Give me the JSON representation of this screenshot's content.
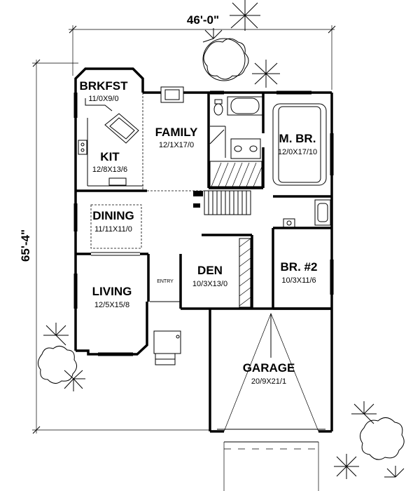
{
  "dimensions": {
    "width": "46'-0\"",
    "depth": "65'-4\""
  },
  "rooms": {
    "brkfst": {
      "name": "BRKFST",
      "size": "11/0X9/0"
    },
    "kit": {
      "name": "KIT",
      "size": "12/8X13/6"
    },
    "family": {
      "name": "FAMILY",
      "size": "12/1X17/0"
    },
    "mbr": {
      "name": "M. BR.",
      "size": "12/0X17/10"
    },
    "dining": {
      "name": "DINING",
      "size": "11/11X11/0"
    },
    "den": {
      "name": "DEN",
      "size": "10/3X13/0"
    },
    "br2": {
      "name": "BR. #2",
      "size": "10/3X11/6"
    },
    "living": {
      "name": "LIVING",
      "size": "12/5X15/8"
    },
    "garage": {
      "name": "GARAGE",
      "size": "20/9X21/1"
    },
    "entry": {
      "name": "ENTRY"
    }
  }
}
